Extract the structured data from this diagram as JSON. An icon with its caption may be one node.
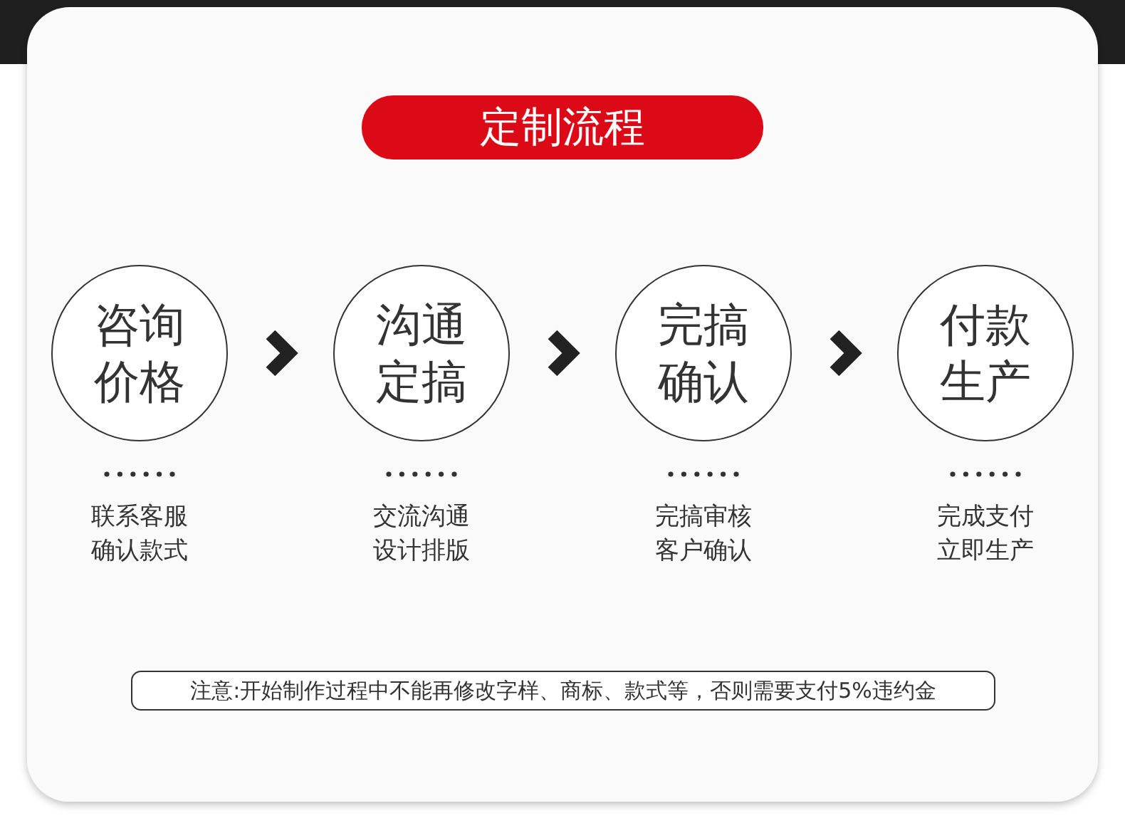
{
  "diagram": {
    "title": "定制流程",
    "nodes": [
      {
        "text": [
          "咨询价格"
        ],
        "beside": [
          "联系客服确认款式"
        ]
      },
      {
        "text": [
          "沟通定搞"
        ],
        "beside": [
          "交流沟通设计排版"
        ]
      },
      {
        "text": [
          "完搞确认"
        ],
        "beside": [
          "完搞审核客户确认"
        ]
      },
      {
        "text": [
          "付款生产"
        ],
        "beside": [
          "完成支付立即生产"
        ]
      }
    ],
    "edges": [
      {
        "from": 0,
        "to": 1,
        "arrow": "to"
      },
      {
        "from": 1,
        "to": 2,
        "arrow": "to"
      },
      {
        "from": 2,
        "to": 3,
        "arrow": "to"
      }
    ],
    "labels": [
      "注意:开始制作过程中不能再修改字样、商标、款式等，否则需要支付5%违约金"
    ]
  }
}
